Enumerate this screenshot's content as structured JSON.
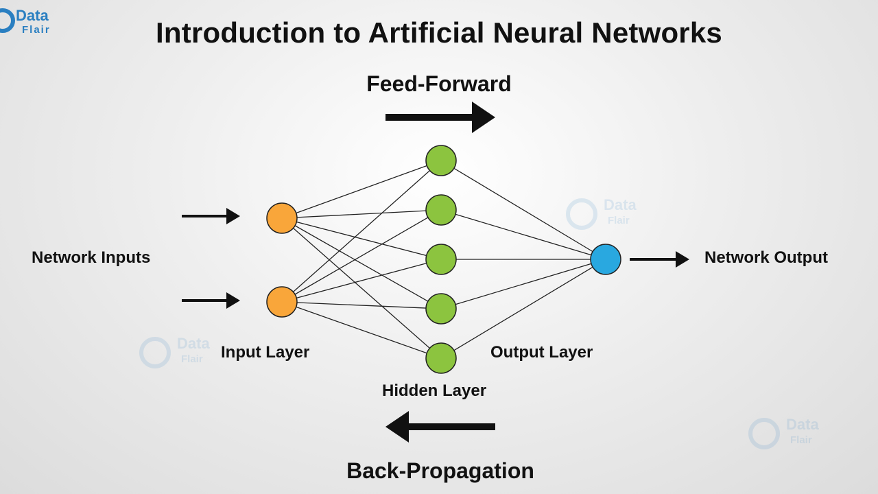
{
  "title": "Introduction to Artificial Neural Networks",
  "logo": {
    "line1": "Data",
    "line2": "Flair",
    "color": "#2a7fc1"
  },
  "arrows": {
    "feed_forward_label": "Feed-Forward",
    "back_propagation_label": "Back-Propagation"
  },
  "labels": {
    "network_inputs": "Network Inputs",
    "network_output": "Network Output",
    "input_layer": "Input Layer",
    "hidden_layer": "Hidden Layer",
    "output_layer": "Output Layer"
  },
  "network": {
    "input_nodes": 2,
    "hidden_nodes": 5,
    "output_nodes": 1,
    "colors": {
      "input": "#f9a63a",
      "hidden": "#8cc43f",
      "output": "#29a8e0",
      "stroke": "#222222"
    }
  }
}
